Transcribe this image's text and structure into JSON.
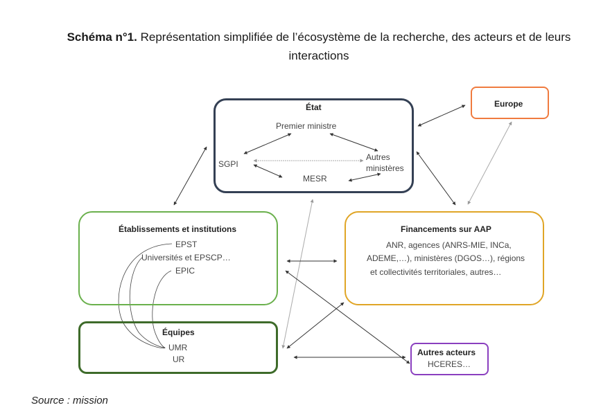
{
  "title": {
    "bold": "Schéma n°1.",
    "text": " Représentation simplifiée de l’écosystème de la recherche, des acteurs et de leurs interactions"
  },
  "nodes": {
    "etat": {
      "title": "État",
      "color": "#344054",
      "items": {
        "premier_ministre": "Premier ministre",
        "sgpi": "SGPI",
        "autres_ministeres_1": "Autres",
        "autres_ministeres_2": "ministères",
        "mesr": "MESR"
      }
    },
    "europe": {
      "title": "Europe",
      "color": "#f07b3f"
    },
    "etablissements": {
      "title": "Établissements et institutions",
      "color": "#6ab04c",
      "items": [
        "EPST",
        "Universités et EPSCP…",
        "EPIC"
      ]
    },
    "financements": {
      "title": "Financements sur AAP",
      "color": "#e0a526",
      "text_lines": [
        "ANR, agences (ANRS-MIE, INCa,",
        "ADEME,…), ministères (DGOS…),  régions",
        "et collectivités territoriales, autres…"
      ]
    },
    "equipes": {
      "title": "Équipes",
      "color": "#3e6b2a",
      "items": [
        "UMR",
        "UR"
      ]
    },
    "autres_acteurs": {
      "title": "Autres acteurs",
      "color": "#8a3fbf",
      "items": [
        "HCERES…"
      ]
    }
  },
  "source": "Source : mission"
}
